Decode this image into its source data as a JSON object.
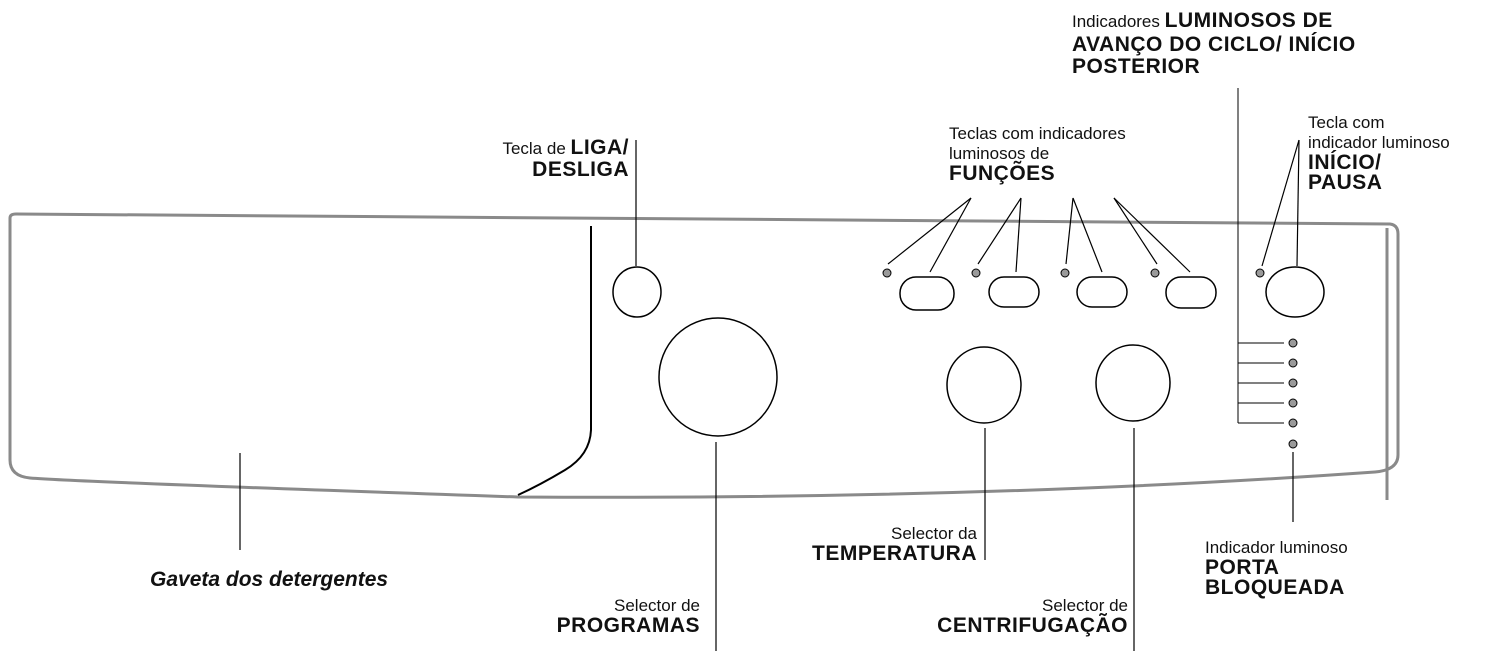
{
  "labels": {
    "liga": {
      "pre": "Tecla de ",
      "bold1": "LIGA/",
      "bold2": "DESLIGA"
    },
    "funcoes": {
      "line1": "Teclas com indicadores",
      "line2": "luminosos de",
      "bold": "FUNÇÕES"
    },
    "avanco": {
      "pre": "Indicadores ",
      "bold1": "LUMINOSOS DE",
      "bold2": "AVANÇO DO CICLO/ INÍCIO",
      "bold3": "POSTERIOR"
    },
    "inicio": {
      "line1": "Tecla com",
      "line2": "indicador luminoso",
      "bold1": "INÍCIO/",
      "bold2": "PAUSA"
    },
    "gaveta": {
      "text": "Gaveta dos detergentes"
    },
    "programas": {
      "line1": "Selector de",
      "bold": "PROGRAMAS"
    },
    "temperatura": {
      "line1": "Selector da",
      "bold": "TEMPERATURA"
    },
    "centrifugacao": {
      "line1": "Selector de",
      "bold": "CENTRIFUGAÇÃO"
    },
    "porta": {
      "line1": "Indicador luminoso",
      "bold1": "PORTA",
      "bold2": "BLOQUEADA"
    }
  },
  "colors": {
    "panel": "#8a8a8a",
    "lines": "#000000",
    "led": "#9a9a9a"
  }
}
